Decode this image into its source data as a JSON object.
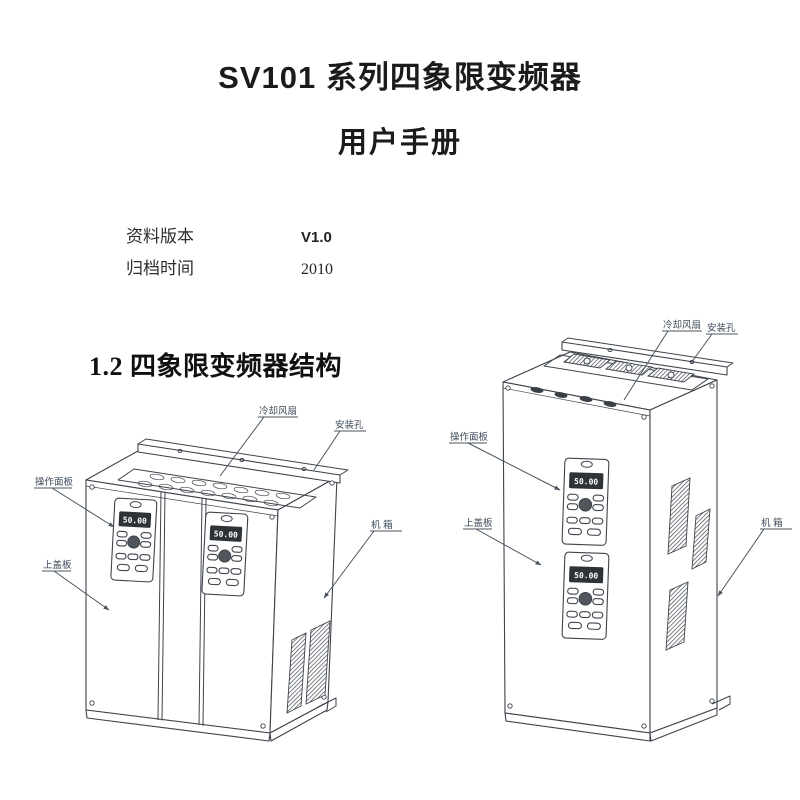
{
  "header": {
    "title_line1": "SV101 系列四象限变频器",
    "title_line2": "用户手册"
  },
  "meta": {
    "rows": [
      {
        "label": "资料版本",
        "value": "V1.0"
      },
      {
        "label": "归档时间",
        "value": "2010"
      }
    ]
  },
  "section": {
    "heading": "1.2 四象限变频器结构"
  },
  "figure_left": {
    "labels": {
      "cooling_fan": "冷却风扇",
      "mounting_hole": "安装孔",
      "operation_panel": "操作面板",
      "top_cover": "上盖板",
      "chassis": "机 箱"
    },
    "keypad_display": "50.00"
  },
  "figure_right": {
    "labels": {
      "cooling_fan": "冷却风扇",
      "mounting_hole": "安装孔",
      "operation_panel": "操作面板",
      "top_cover": "上盖板",
      "chassis": "机 箱"
    },
    "keypad_display": "50.00"
  },
  "colors": {
    "line": "#3e444b",
    "label_text": "#3d4a5a",
    "body_text": "#1b1b1b",
    "display_bg": "#2e3338"
  }
}
